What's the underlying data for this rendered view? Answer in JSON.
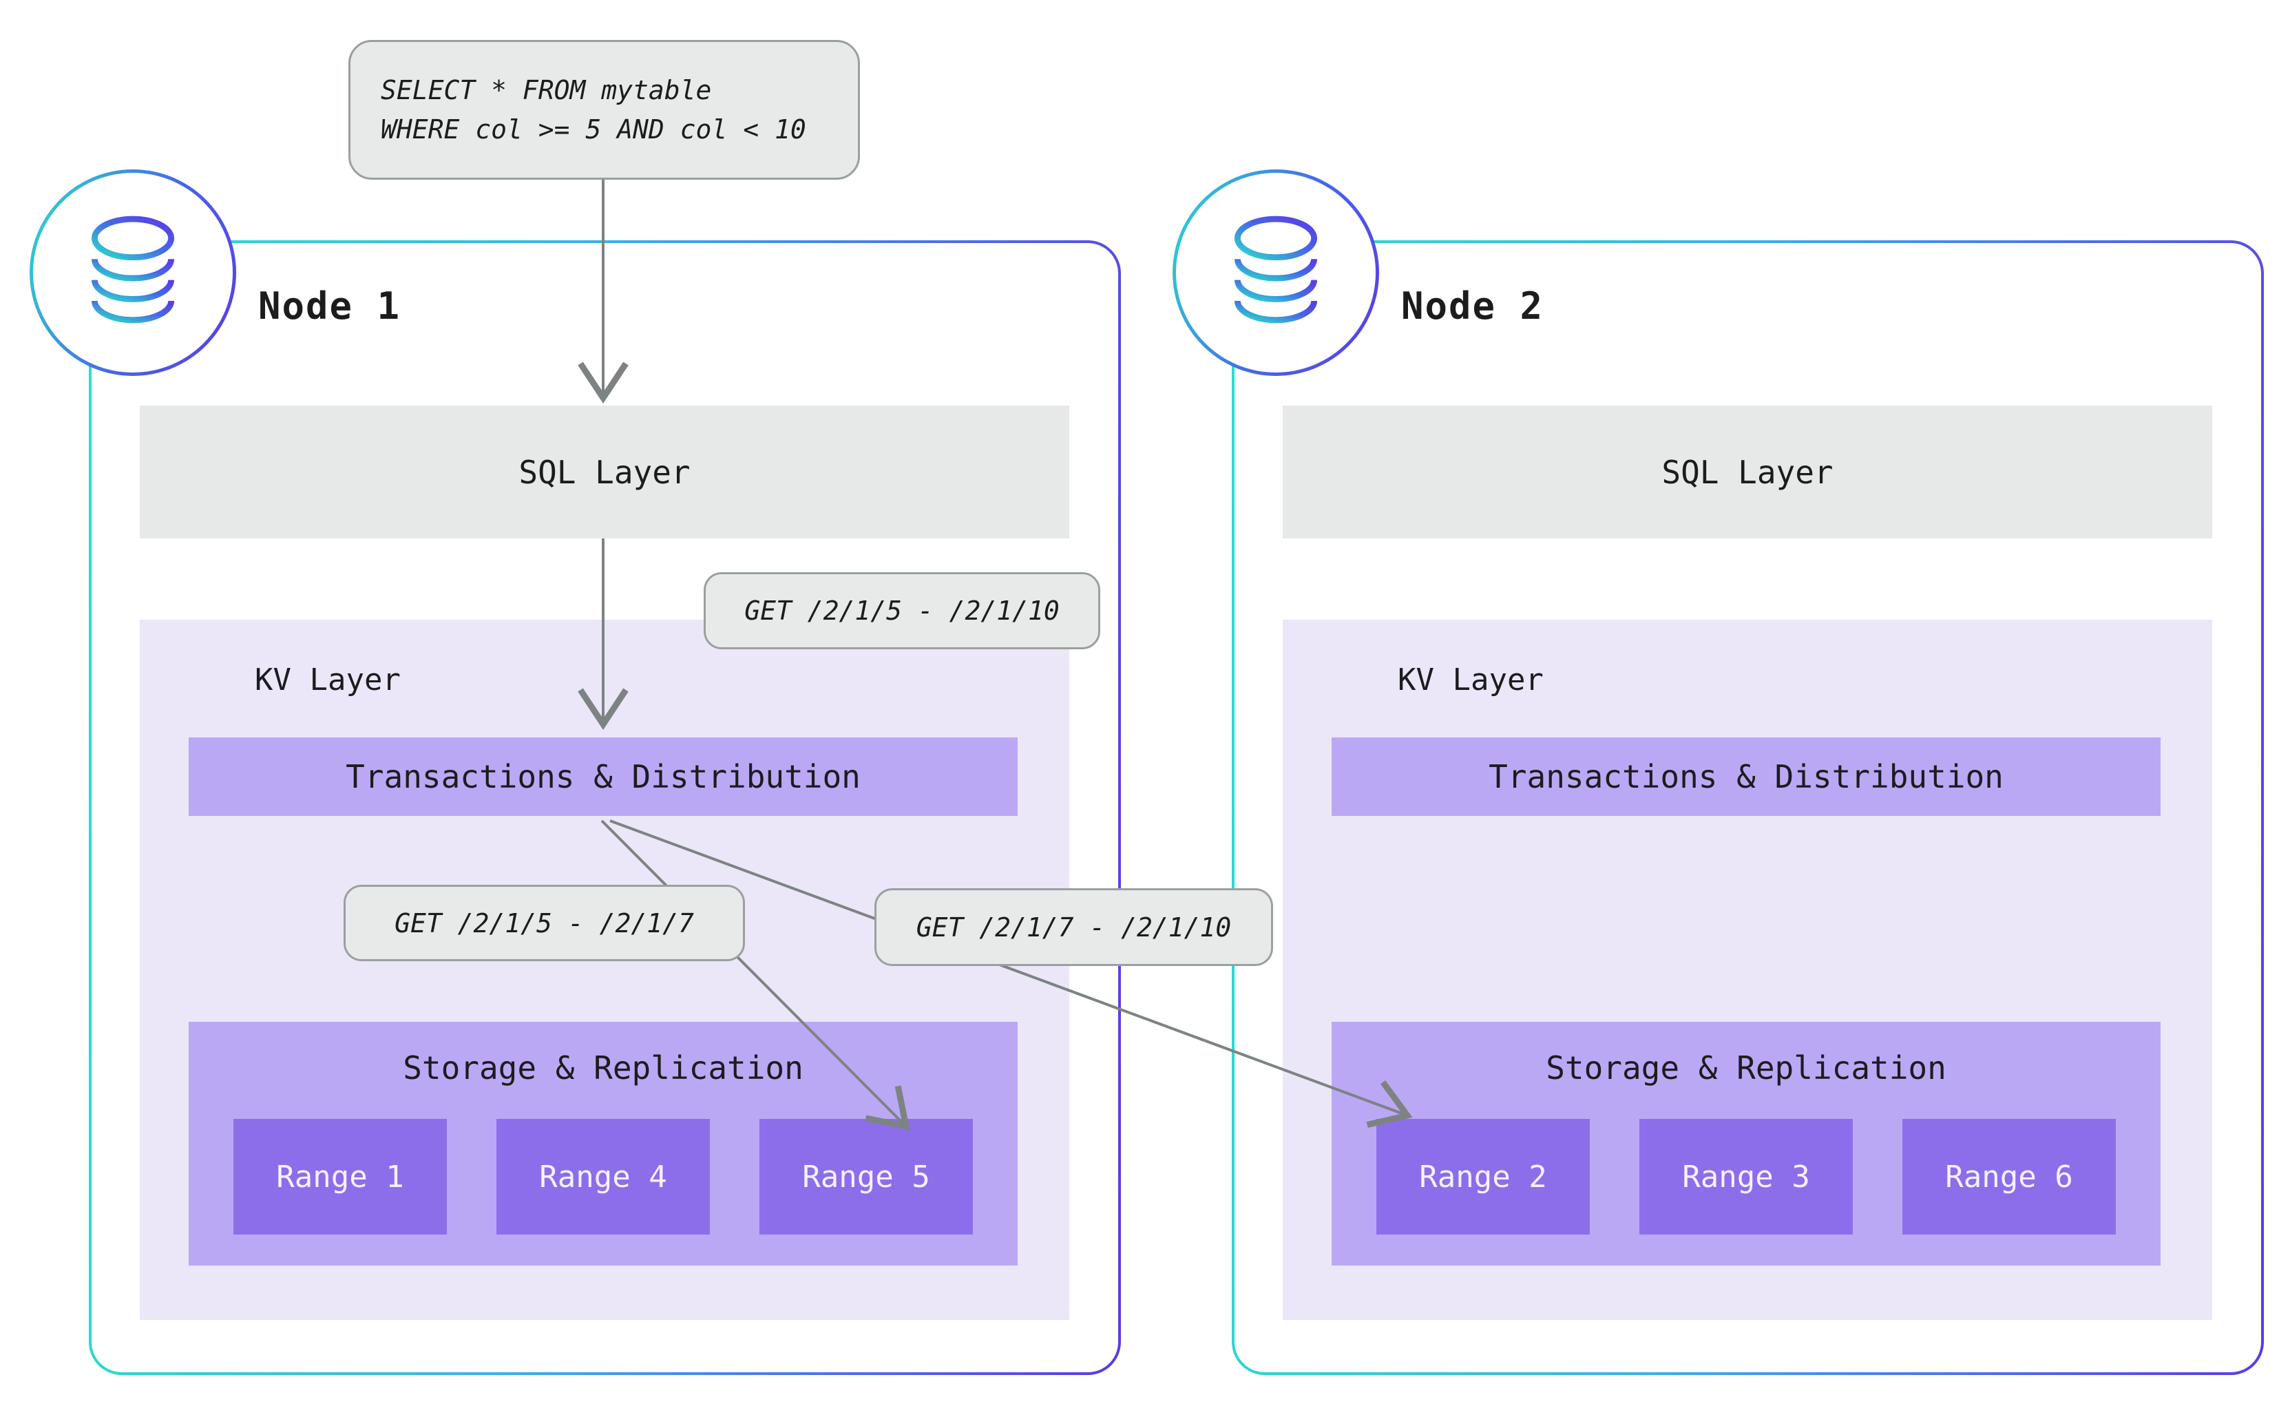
{
  "query_box": {
    "line1": "SELECT * FROM mytable",
    "line2": "WHERE col >= 5 AND col < 10"
  },
  "kv_requests": {
    "full_range": "GET /2/1/5 - /2/1/10",
    "split_left": "GET /2/1/5 - /2/1/7",
    "split_right": "GET /2/1/7 - /2/1/10"
  },
  "nodes": [
    {
      "title": "Node 1",
      "sql_layer": "SQL Layer",
      "kv_layer": "KV Layer",
      "transactions": "Transactions & Distribution",
      "storage": "Storage & Replication",
      "ranges": [
        "Range 1",
        "Range 4",
        "Range 5"
      ],
      "icon": "database-icon"
    },
    {
      "title": "Node 2",
      "sql_layer": "SQL Layer",
      "kv_layer": "KV Layer",
      "transactions": "Transactions & Distribution",
      "storage": "Storage & Replication",
      "ranges": [
        "Range 2",
        "Range 3",
        "Range 6"
      ],
      "icon": "database-icon"
    }
  ],
  "colors": {
    "node_border_start": "#2adfca",
    "node_border_end": "#5c3ae4",
    "sql_layer_bg": "#e7e9e9",
    "kv_panel_bg": "#ebe7f9",
    "purple_bar_bg": "#bba8f5",
    "range_bg": "#8d6eea",
    "range_text": "#f5f1fe",
    "bubble_bg": "#e8eaea",
    "bubble_border": "#9aa0a0",
    "arrow": "#7d8383"
  }
}
